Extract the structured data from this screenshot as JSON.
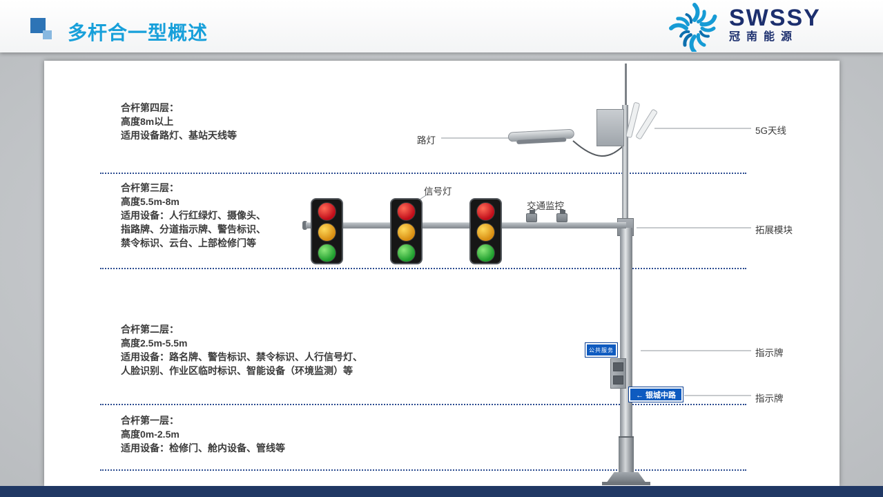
{
  "header": {
    "title": "多杆合一型概述",
    "logo_brand": "SWSSY",
    "logo_sub": "冠南能源"
  },
  "layers": [
    {
      "title": "合杆第四层：",
      "height": "高度8m以上",
      "line1": "适用设备路灯、基站天线等"
    },
    {
      "title": "合杆第三层：",
      "height": "高度5.5m-8m",
      "line1": "适用设备：人行红绿灯、摄像头、",
      "line2": "指路牌、分道指示牌、警告标识、",
      "line3": "禁令标识、云台、上部检修门等"
    },
    {
      "title": "合杆第二层：",
      "height": "高度2.5m-5.5m",
      "line1": "适用设备：路名牌、警告标识、禁令标识、人行信号灯、",
      "line2": "人脸识别、作业区临时标识、智能设备（环境监测）等"
    },
    {
      "title": "合杆第一层：",
      "height": "高度0m-2.5m",
      "line1": "适用设备：检修门、舱内设备、管线等"
    }
  ],
  "callouts": {
    "street_lamp": "路灯",
    "signal_light": "信号灯",
    "traffic_monitor": "交通监控",
    "antenna_5g": "5G天线",
    "expansion_module": "拓展模块",
    "sign_board_top": "指示牌",
    "sign_board_bottom": "指示牌"
  },
  "pole_signs": {
    "service_sign": "公共服务",
    "road_name_sign": "← 银城中路"
  },
  "colors": {
    "title_blue": "#18a0da",
    "navy": "#203864",
    "dotted_line": "#2a4a8f",
    "sign_blue": "#0f5bc0"
  }
}
